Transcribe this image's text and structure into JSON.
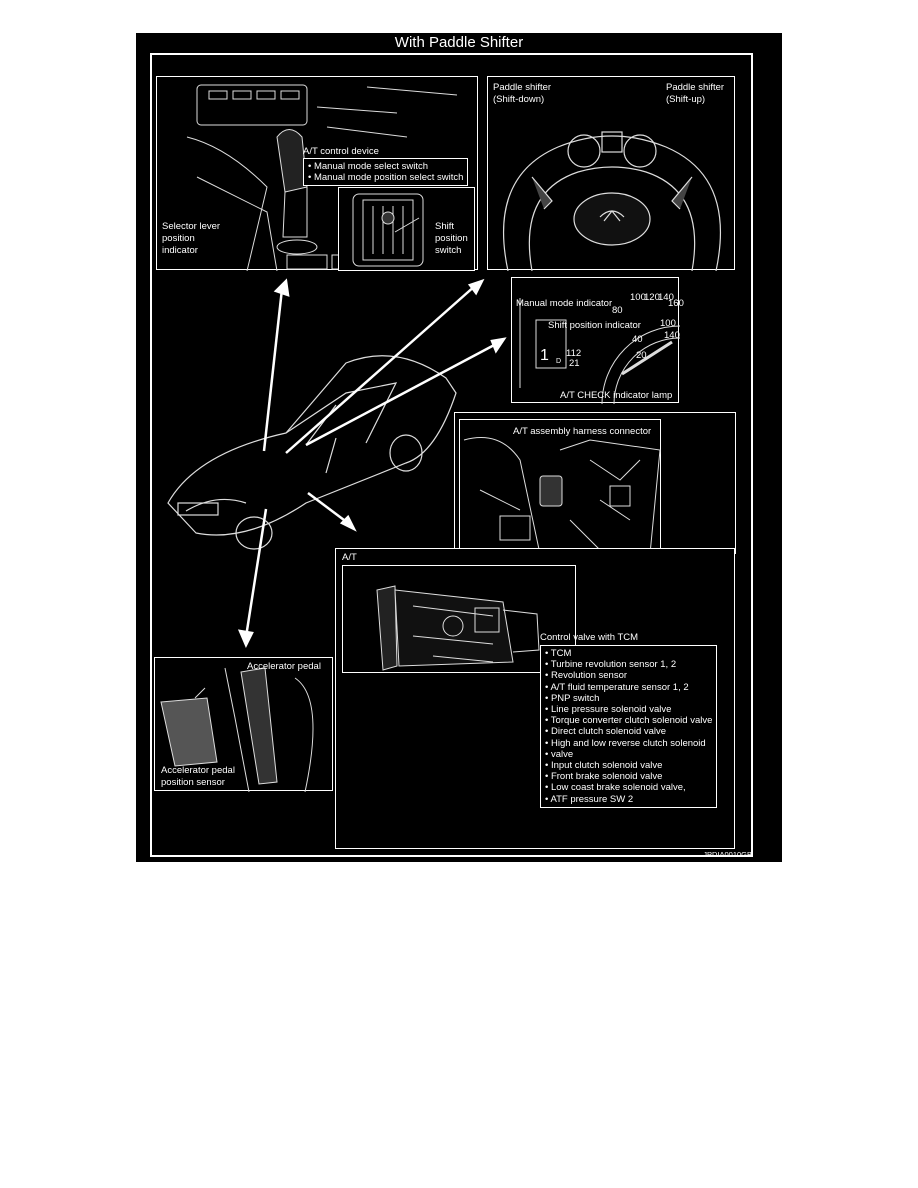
{
  "figure": {
    "title": "With Paddle Shifter",
    "code": "JPDIA0010GB"
  },
  "shift_panel": {
    "control_device": "A/T control device",
    "control_items": [
      "Manual mode select switch",
      "Manual mode position select switch"
    ],
    "selector_label": [
      "Selector lever",
      "position",
      "indicator"
    ],
    "shift_switch_label": [
      "Shift",
      "position",
      "switch"
    ]
  },
  "wheel_panel": {
    "shift_down": [
      "Paddle shifter",
      "(Shift-down)"
    ],
    "shift_up": [
      "Paddle shifter",
      "(Shift-up)"
    ]
  },
  "meter_panel": {
    "manual_indicator": "Manual mode indicator",
    "shift_indicator": "Shift position indicator",
    "check_lamp": "A/T CHECK indicator lamp",
    "speed_ticks": [
      "80",
      "100",
      "120",
      "140",
      "160",
      "40",
      "20",
      "100",
      "140"
    ],
    "gear_display": [
      "1",
      "112",
      "21",
      "D"
    ]
  },
  "harness_panel": {
    "label": "A/T assembly harness connector"
  },
  "at_panel": {
    "label": "A/T",
    "valve_heading": "Control valve with TCM",
    "valve_items": [
      "TCM",
      "Turbine revolution sensor 1, 2",
      "Revolution sensor",
      "A/T fluid temperature sensor 1, 2",
      "PNP switch",
      "Line pressure solenoid valve",
      "Torque converter clutch solenoid valve",
      "Direct clutch solenoid valve",
      "High and low reverse clutch solenoid",
      "Input clutch solenoid valve",
      "Front brake solenoid valve",
      "Low coast brake solenoid valve,"
    ],
    "valve_item_cont_1": "valve",
    "valve_item_cont_2": "ATF pressure SW 2"
  },
  "pedal_panel": {
    "accelerator": "Accelerator pedal",
    "sensor_label": [
      "Accelerator pedal",
      "position sensor"
    ]
  }
}
